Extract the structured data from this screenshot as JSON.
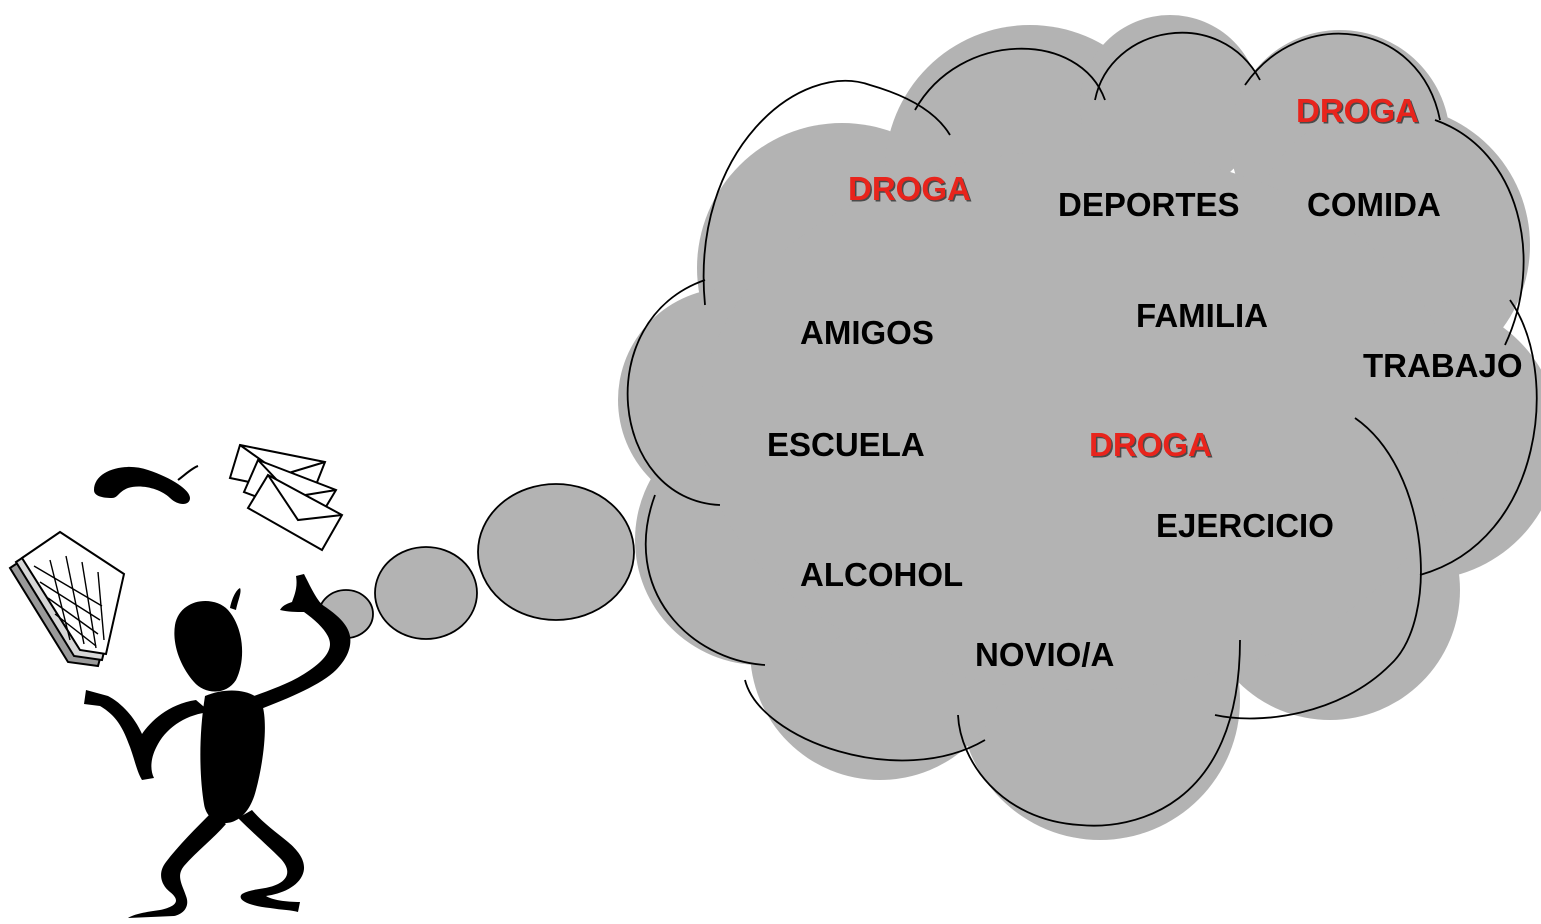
{
  "colors": {
    "cloud_fill": "#b3b3b3",
    "outline": "#000000",
    "background": "#ffffff",
    "word_text": "#000000",
    "highlight_text": "#e8241c"
  },
  "icons": [
    "stick-figure-icon",
    "telephone-handset-icon",
    "envelopes-icon",
    "calendar-book-icon"
  ],
  "cloud": {
    "words": {
      "droga_top_right": "DROGA",
      "droga_left": "DROGA",
      "deportes": "DEPORTES",
      "comida": "COMIDA",
      "amigos": "AMIGOS",
      "familia": "FAMILIA",
      "trabajo": "TRABAJO",
      "escuela": "ESCUELA",
      "droga_center": "DROGA",
      "ejercicio": "EJERCICIO",
      "alcohol": "ALCOHOL",
      "novio": "NOVIO/A"
    }
  }
}
